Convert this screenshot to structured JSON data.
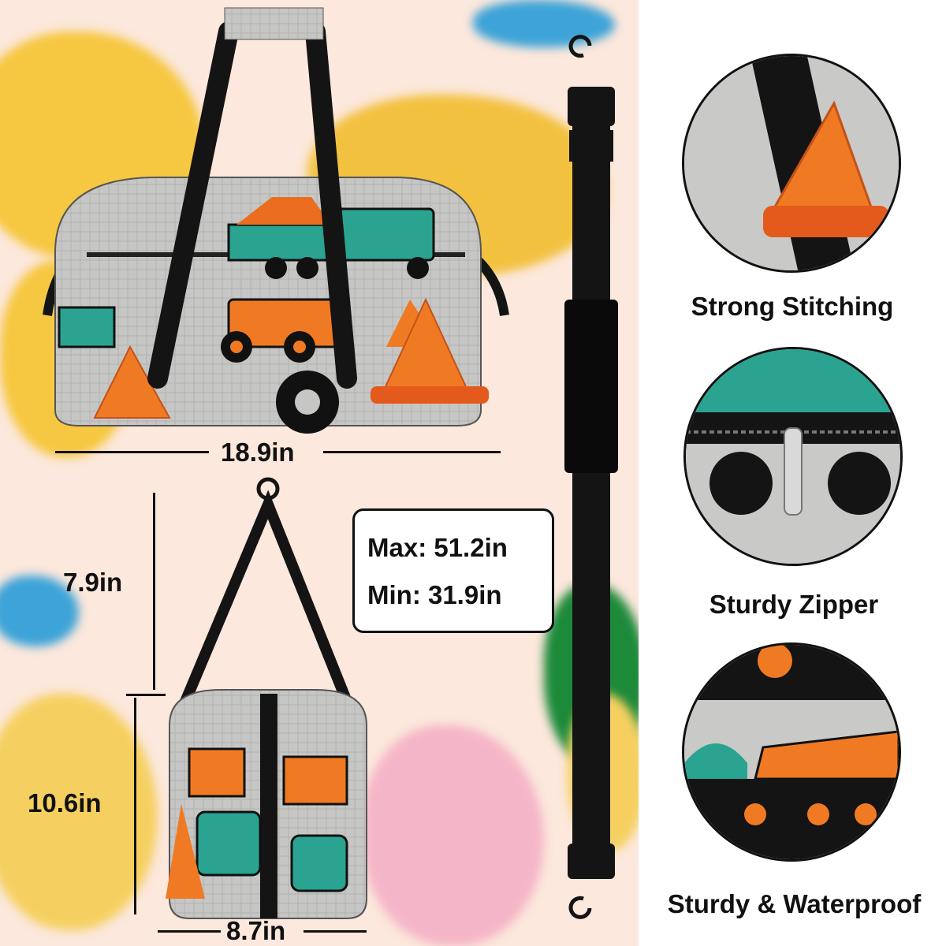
{
  "dimensions": {
    "width": "18.9in",
    "strap_drop": "7.9in",
    "height": "10.6in",
    "depth": "8.7in"
  },
  "strap": {
    "max": "Max: 51.2in",
    "min": "Min: 31.9in"
  },
  "features": [
    {
      "label": "Strong Stitching"
    },
    {
      "label": "Sturdy Zipper"
    },
    {
      "label": "Sturdy & Waterproof"
    }
  ],
  "colors": {
    "teal": "#2aa391",
    "orange": "#f07a23",
    "fabric_gray": "#c9c9c7",
    "strap_black": "#141414"
  }
}
